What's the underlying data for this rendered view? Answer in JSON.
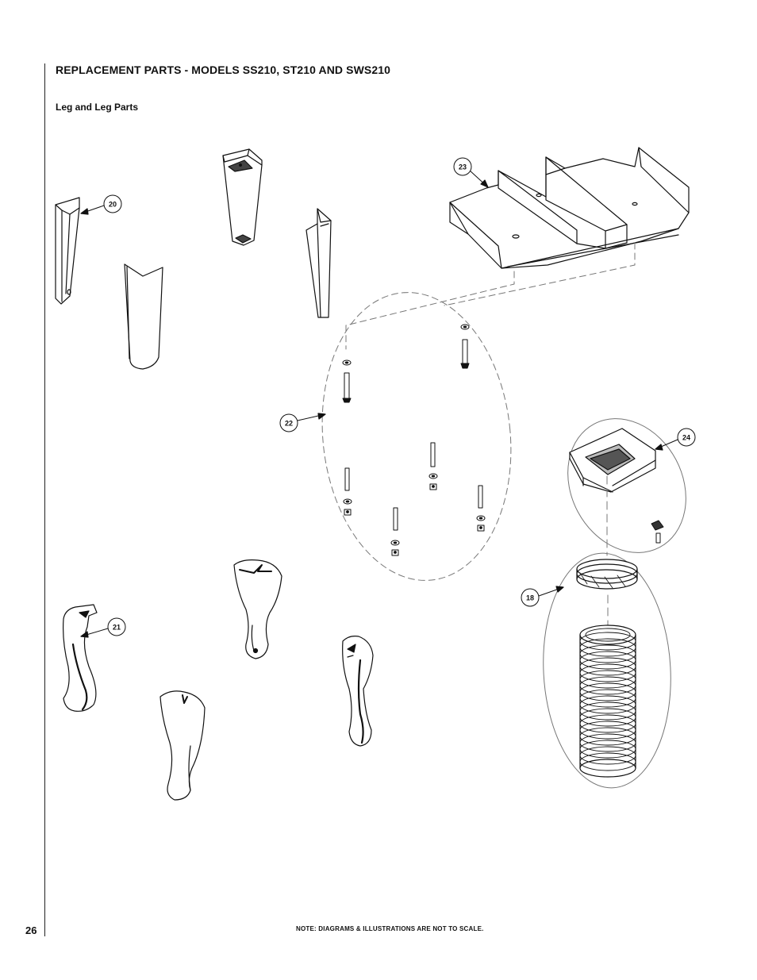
{
  "page": {
    "title": "REPLACEMENT PARTS - MODELS SS210, ST210 AND SWS210",
    "section": "Leg and Leg Parts",
    "page_number": "26",
    "footer_note": "NOTE: DIAGRAMS & ILLUSTRATIONS ARE NOT TO SCALE."
  },
  "callouts": [
    {
      "id": "20"
    },
    {
      "id": "21"
    },
    {
      "id": "22"
    },
    {
      "id": "23"
    },
    {
      "id": "24"
    },
    {
      "id": "18"
    }
  ]
}
